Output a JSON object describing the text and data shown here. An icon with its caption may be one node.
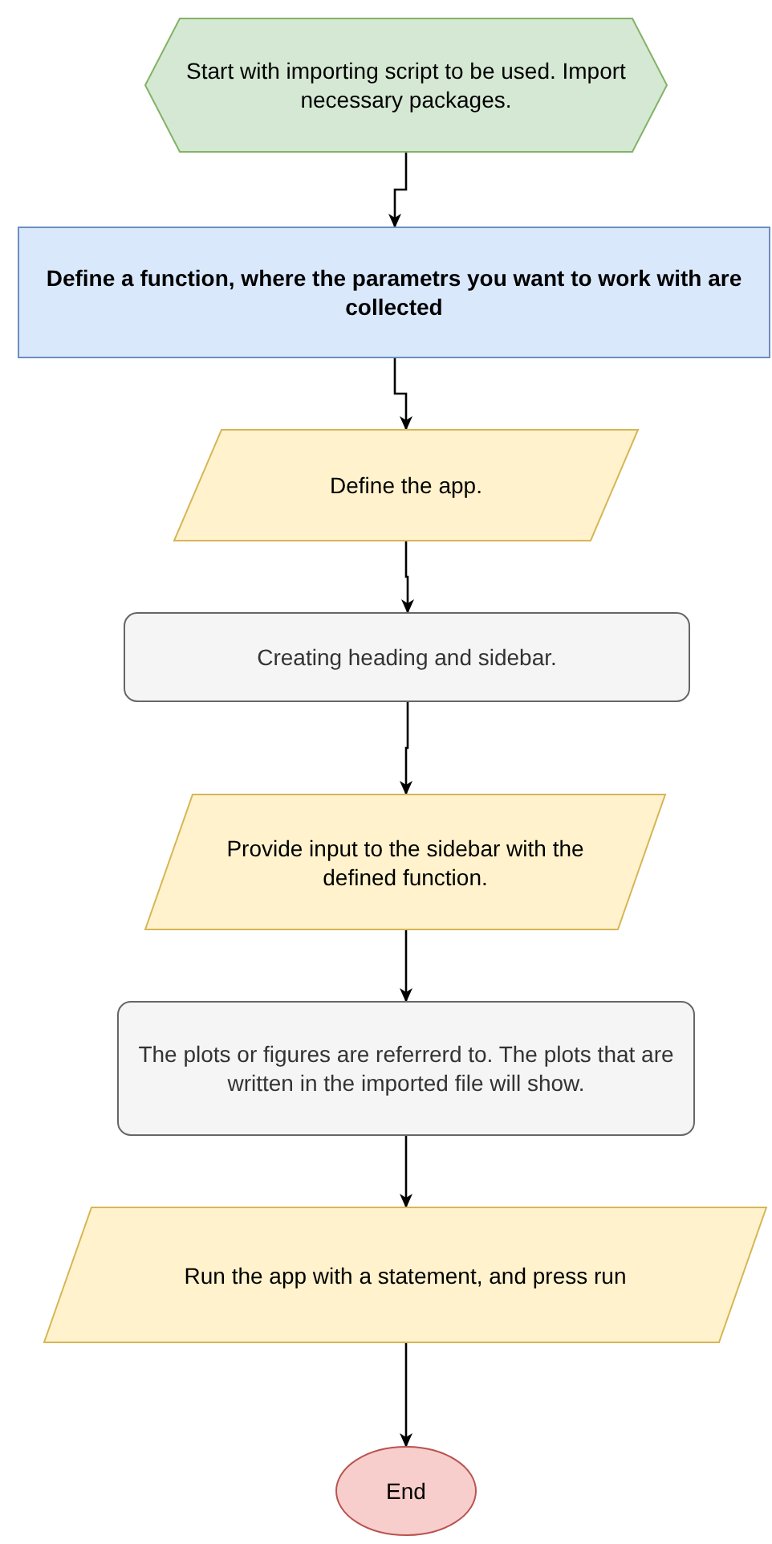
{
  "diagram": {
    "nodes": [
      {
        "text": [
          "Start with importing script to be used. Import necessary packages."
        ]
      },
      {
        "text": [
          "Define a function, where the parametrs you want to work with are collected"
        ]
      },
      {
        "text": [
          "Define the app."
        ]
      },
      {
        "text": [
          "Creating heading and sidebar."
        ]
      },
      {
        "text": [
          "Provide input to the sidebar with the defined function."
        ]
      },
      {
        "text": [
          "The plots or figures are referrerd to. The plots that are written in the imported file will show."
        ]
      },
      {
        "text": [
          "Run the app with a statement, and press run"
        ]
      },
      {
        "text": [
          "End"
        ]
      }
    ],
    "edges": [
      {
        "from": 0,
        "to": 1,
        "arrow": "to"
      },
      {
        "from": 1,
        "to": 2,
        "arrow": "to"
      },
      {
        "from": 2,
        "to": 3,
        "arrow": "to"
      },
      {
        "from": 3,
        "to": 4,
        "arrow": "to"
      },
      {
        "from": 4,
        "to": 5,
        "arrow": "to"
      },
      {
        "from": 5,
        "to": 6,
        "arrow": "to"
      },
      {
        "from": 6,
        "to": 7,
        "arrow": "to"
      }
    ]
  }
}
